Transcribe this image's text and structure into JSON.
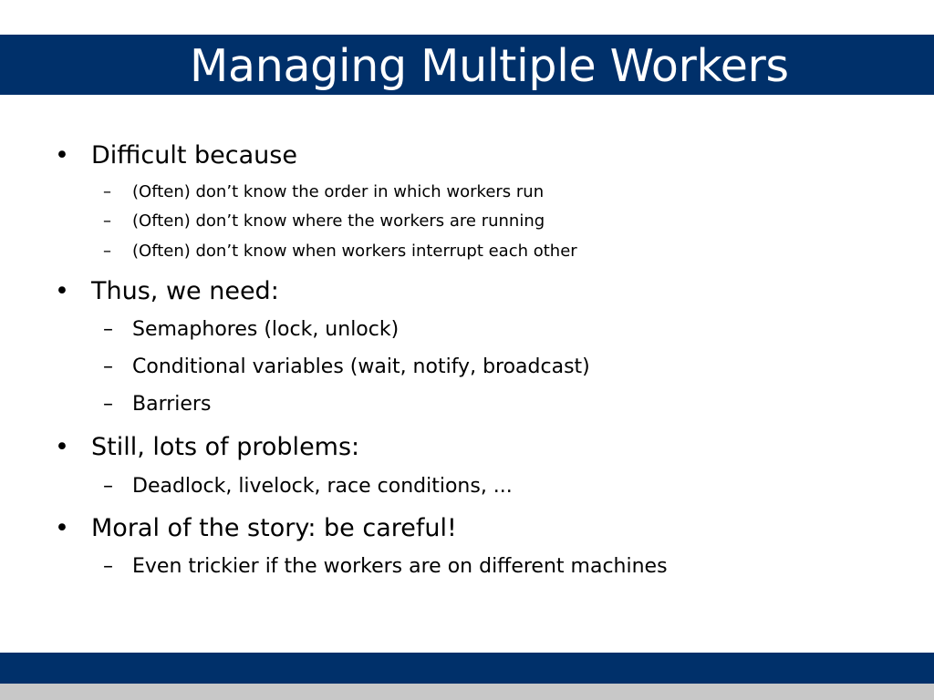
{
  "slide": {
    "title": "Managing Multiple Workers",
    "colors": {
      "bar": "#00306a",
      "bottom_strip": "#c8c8c8",
      "title_text": "#ffffff",
      "body_text": "#000000"
    },
    "bullet_marker": "•",
    "dash_marker": "–",
    "bullets": [
      {
        "text": "Difficult because",
        "subs": [
          "(Often) don’t know the order in which workers run",
          "(Often) don’t know where the workers are running",
          "(Often) don’t know when workers interrupt each other"
        ]
      },
      {
        "text": "Thus, we need:",
        "subs": [
          "Semaphores (lock, unlock)",
          "Conditional variables (wait, notify, broadcast)",
          "Barriers"
        ]
      },
      {
        "text": "Still, lots of problems:",
        "subs": [
          "Deadlock, livelock, race conditions, ..."
        ]
      },
      {
        "text": "Moral of the story: be careful!",
        "subs": [
          "Even trickier if the workers are on different machines"
        ]
      }
    ]
  }
}
